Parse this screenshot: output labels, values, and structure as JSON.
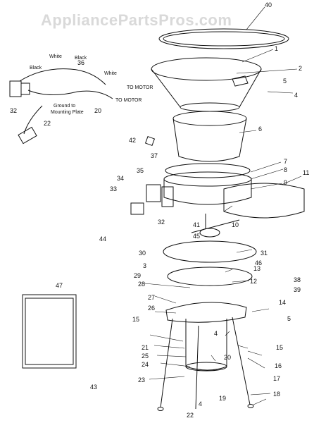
{
  "watermark": "AppliancePartsPros.com",
  "callouts": [
    "1",
    "2",
    "3",
    "4",
    "5",
    "6",
    "7",
    "8",
    "9",
    "10",
    "11",
    "12",
    "13",
    "14",
    "15",
    "16",
    "17",
    "18",
    "19",
    "20",
    "21",
    "22",
    "23",
    "24",
    "25",
    "26",
    "27",
    "28",
    "29",
    "30",
    "31",
    "32",
    "33",
    "34",
    "35",
    "36",
    "37",
    "38",
    "39",
    "40",
    "41",
    "42",
    "43",
    "44",
    "45",
    "46",
    "47"
  ],
  "wiring": {
    "white_top": "White",
    "black_left": "Black",
    "black_right": "Black",
    "white_right": "White",
    "to_motor_1": "TO MOTOR",
    "to_motor_2": "TO MOTOR",
    "ground_line1": "Ground to",
    "ground_line2": "Mounting Plate"
  },
  "colors": {
    "line": "#111111",
    "background": "#ffffff",
    "watermark": "#d9d9d9"
  }
}
